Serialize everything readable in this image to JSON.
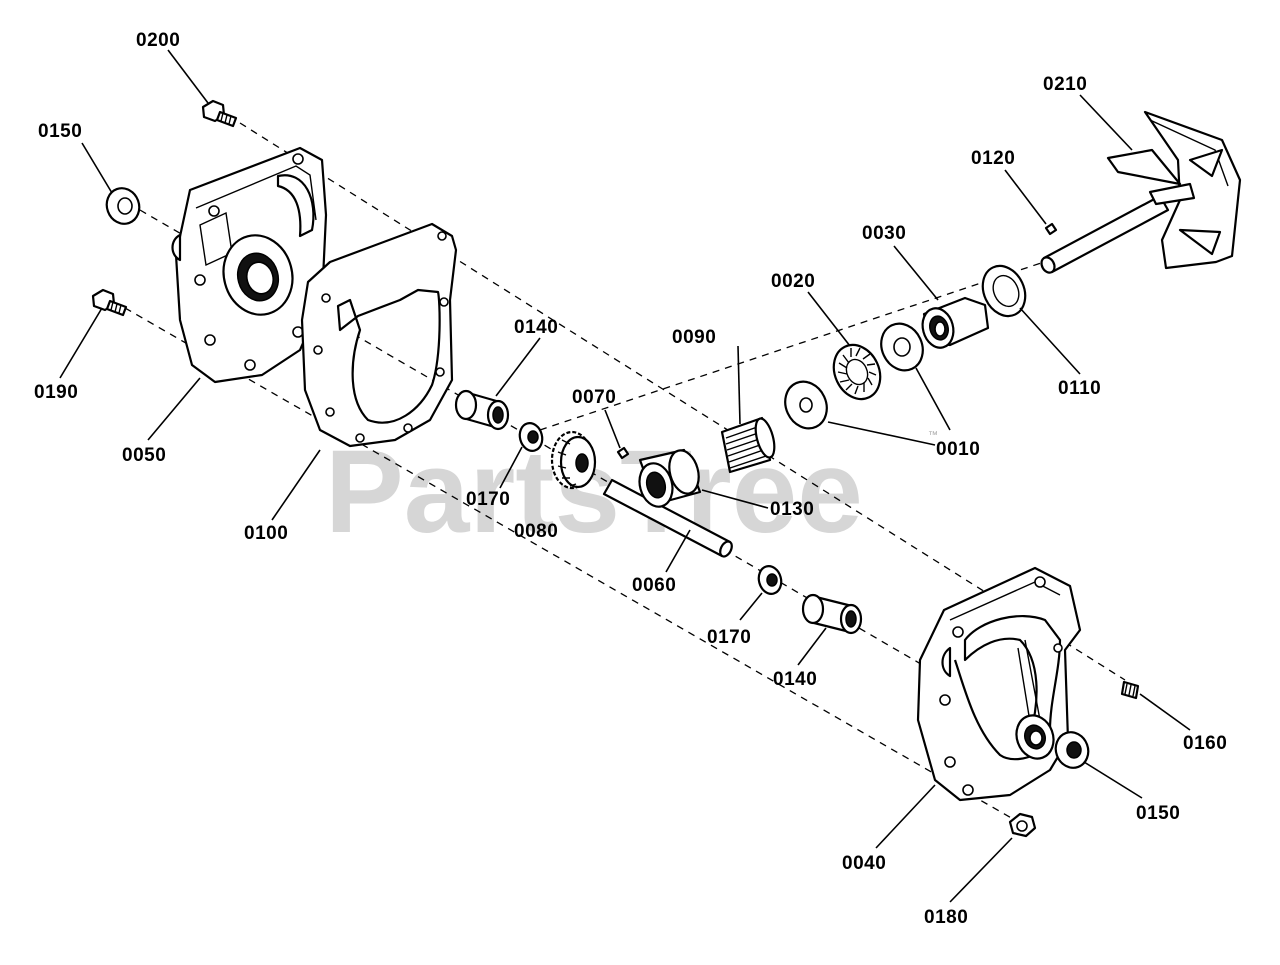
{
  "watermark": {
    "text": "PartsTree",
    "tm": "™"
  },
  "callouts": [
    {
      "id": "0200",
      "label": "0200"
    },
    {
      "id": "0150-a",
      "label": "0150"
    },
    {
      "id": "0190",
      "label": "0190"
    },
    {
      "id": "0050",
      "label": "0050"
    },
    {
      "id": "0100",
      "label": "0100"
    },
    {
      "id": "0140-a",
      "label": "0140"
    },
    {
      "id": "0170-a",
      "label": "0170"
    },
    {
      "id": "0070",
      "label": "0070"
    },
    {
      "id": "0080",
      "label": "0080"
    },
    {
      "id": "0090",
      "label": "0090"
    },
    {
      "id": "0130",
      "label": "0130"
    },
    {
      "id": "0060",
      "label": "0060"
    },
    {
      "id": "0170-b",
      "label": "0170"
    },
    {
      "id": "0140-b",
      "label": "0140"
    },
    {
      "id": "0020",
      "label": "0020"
    },
    {
      "id": "0010",
      "label": "0010"
    },
    {
      "id": "0030",
      "label": "0030"
    },
    {
      "id": "0120",
      "label": "0120"
    },
    {
      "id": "0110",
      "label": "0110"
    },
    {
      "id": "0210",
      "label": "0210"
    },
    {
      "id": "0160",
      "label": "0160"
    },
    {
      "id": "0150-b",
      "label": "0150"
    },
    {
      "id": "0040",
      "label": "0040"
    },
    {
      "id": "0180",
      "label": "0180"
    }
  ]
}
